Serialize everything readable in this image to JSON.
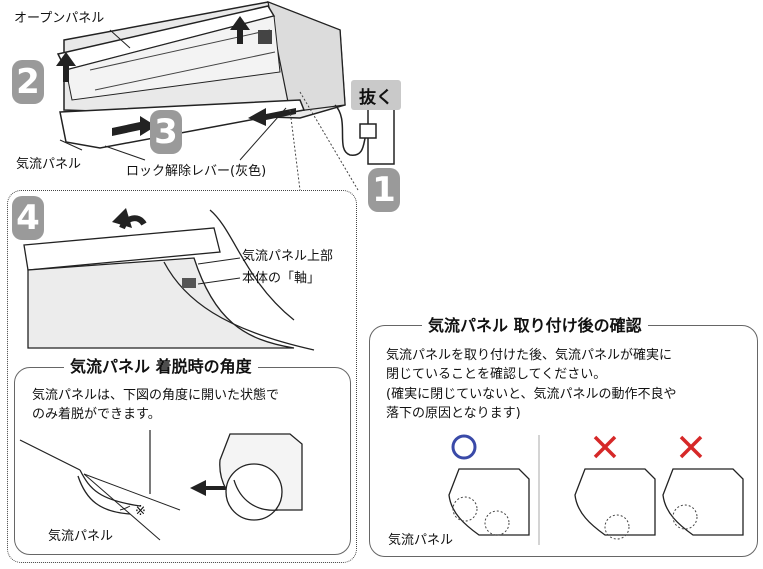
{
  "top": {
    "open_panel": "オープンパネル",
    "airflow_panel": "気流パネル",
    "lock_lever": "ロック解除レバー(灰色)",
    "pull": "抜く"
  },
  "steps": [
    "1",
    "2",
    "3",
    "4"
  ],
  "detail": {
    "upper": "気流パネル上部",
    "axis": "本体の「軸」"
  },
  "angle": {
    "title": "気流パネル 着脱時の角度",
    "line1": "気流パネルは、下図の角度に開いた状態で",
    "line2": "のみ着脱ができます。",
    "mark": "※",
    "panel": "気流パネル"
  },
  "check": {
    "title": "気流パネル 取り付け後の確認",
    "line1": "気流パネルを取り付けた後、気流パネルが確実に",
    "line2": "閉じていることを確認してください。",
    "line3": "(確実に閉じていないと、気流パネルの動作不良や",
    "line4": "落下の原因となります)",
    "panel": "気流パネル",
    "ok": "○",
    "ng": "×"
  },
  "colors": {
    "ok": "#3a4aa8",
    "ng": "#d62828",
    "step": "#9a9a9a"
  }
}
